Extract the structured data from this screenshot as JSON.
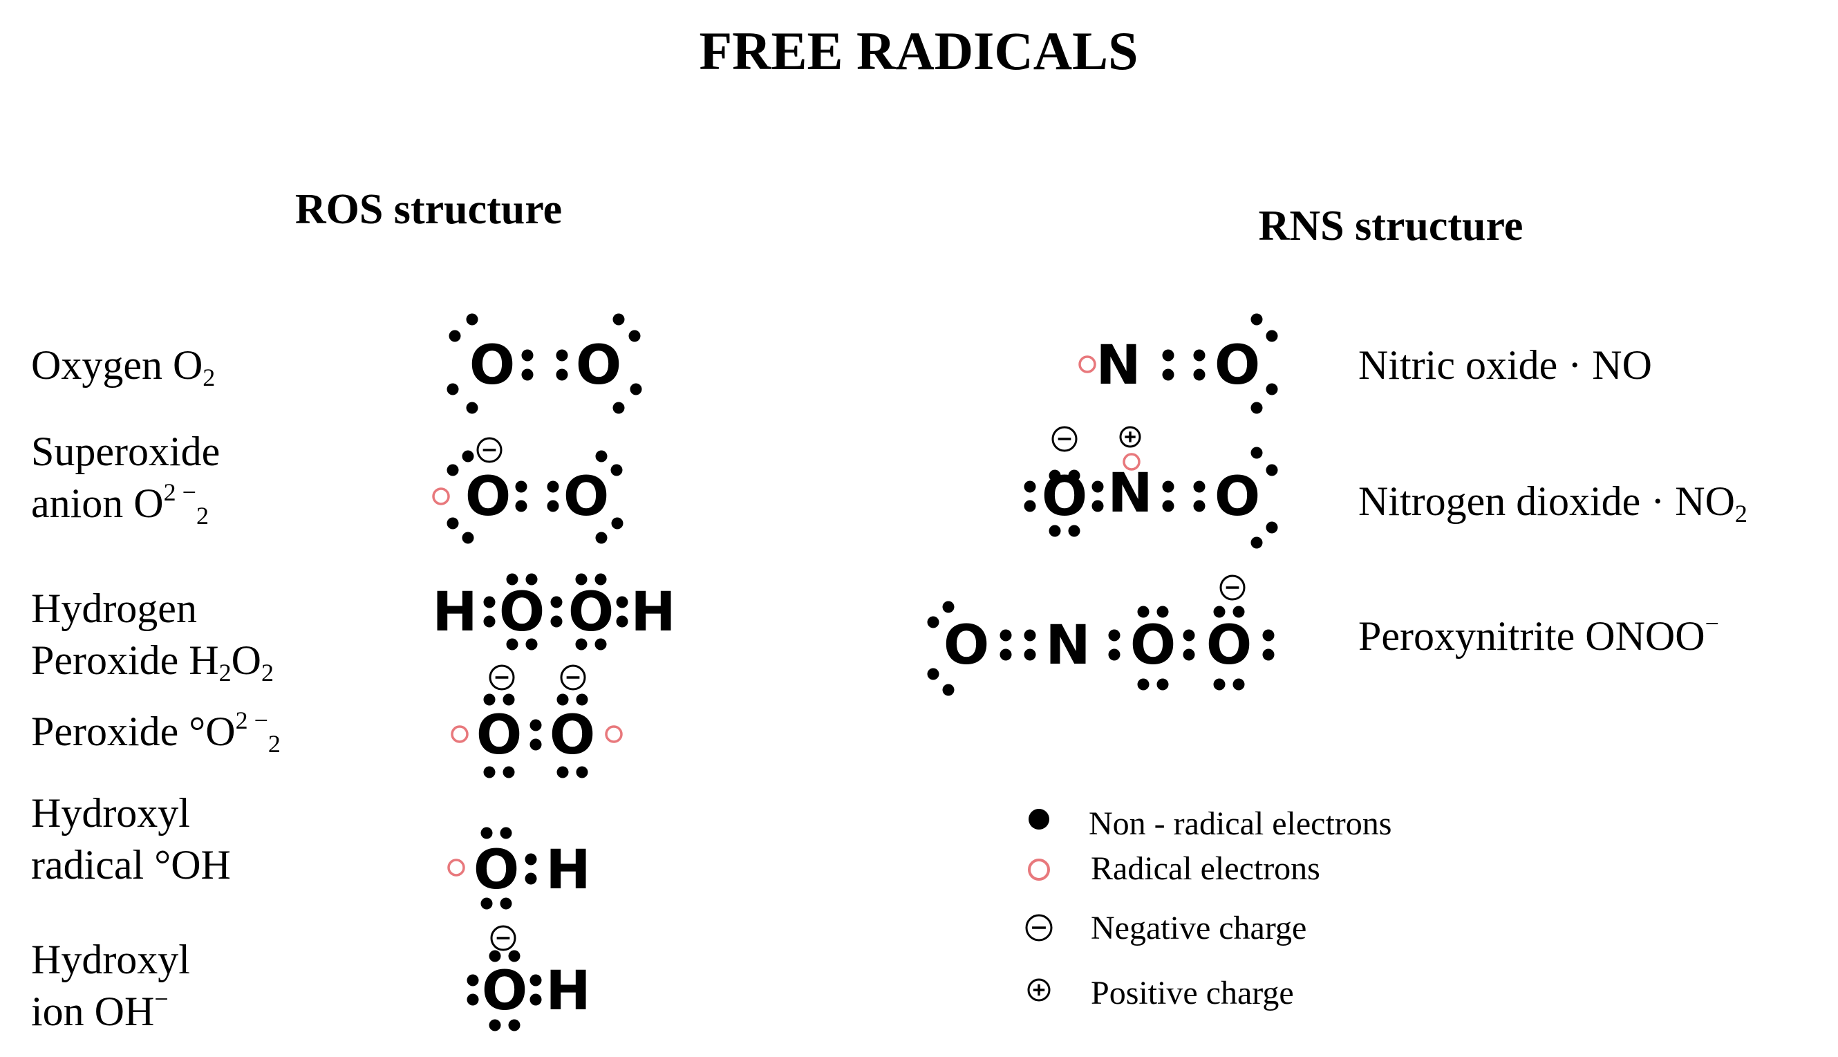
{
  "title": "FREE RADICALS",
  "ros": {
    "heading": "ROS structure",
    "labels": {
      "oxygen": {
        "line1": "Oxygen O",
        "line1_sub": "2"
      },
      "superoxide": {
        "line1": "Superoxide",
        "line2": "anion  O",
        "line2_sup": "2 −",
        "line2_sub": "2"
      },
      "hydrogen_peroxide": {
        "line1": "Hydrogen",
        "line2": "Peroxide  H",
        "line2_sub1": "2",
        "line2_mid": "O",
        "line2_sub2": "2"
      },
      "peroxide": {
        "line1": "Peroxide °O",
        "line1_sup": "2 −",
        "line1_sub": "2"
      },
      "hydroxyl_radical": {
        "line1": "Hydroxyl",
        "line2": "radical  °OH"
      },
      "hydroxyl_ion": {
        "line1": "Hydroxyl",
        "line2": "ion  OH",
        "line2_sup": "−"
      }
    }
  },
  "rns": {
    "heading": "RNS structure",
    "labels": {
      "nitric_oxide": "Nitric oxide · NO",
      "nitrogen_dioxide": {
        "text": "Nitrogen  dioxide · NO",
        "sub": "2"
      },
      "peroxynitrite": {
        "text": "Peroxynitrite ONOO",
        "sup": "−"
      }
    }
  },
  "atoms": {
    "oxygen": "O",
    "nitrogen": "N",
    "hydrogen": "H"
  },
  "legend": [
    {
      "icon": "filled-dot",
      "label": "Non - radical electrons"
    },
    {
      "icon": "open-circle",
      "label": "Radical electrons"
    },
    {
      "icon": "minus-circle",
      "label": "Negative charge"
    },
    {
      "icon": "plus-circle",
      "label": "Positive charge"
    }
  ],
  "colors": {
    "electron": "#000000",
    "radical": "#e8787c",
    "text": "#000000"
  },
  "symbols": {
    "minus": "−",
    "plus": "+"
  }
}
